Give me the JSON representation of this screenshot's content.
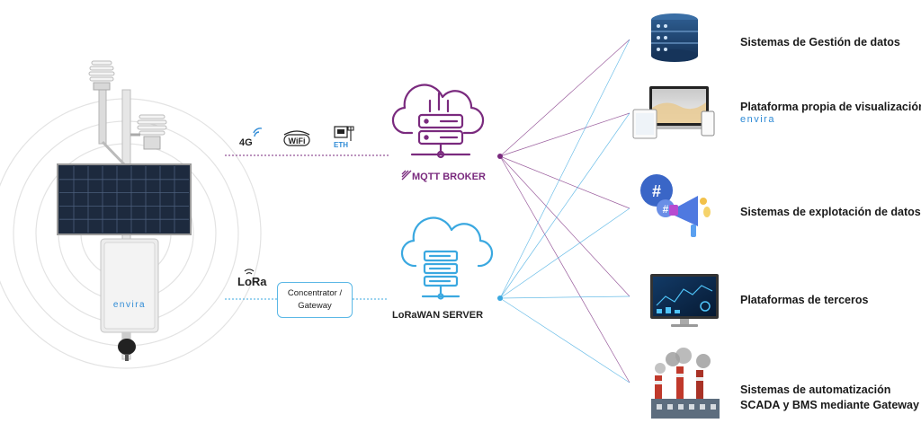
{
  "colors": {
    "mqtt": "#7a2a7e",
    "lorawan": "#3aa8e0",
    "ink": "#1a1a1a",
    "envira": "#2f8bd6"
  },
  "device": {
    "brand": "envira"
  },
  "connectivity": {
    "cellular": "4G",
    "wifi": "WiFi",
    "ethernet": "ETH",
    "lora": "LoRa"
  },
  "gateway": {
    "line1": "Concentrator /",
    "line2": "Gateway"
  },
  "mqtt_broker": {
    "label": "MQTT  BROKER",
    "icon": "cloud-server-icon"
  },
  "lorawan_server": {
    "brand": "LoRaWAN",
    "label": "SERVER",
    "icon": "cloud-server-icon"
  },
  "destinations": [
    {
      "label": "Sistemas de Gestión de datos",
      "icon": "database-icon"
    },
    {
      "label": "Plataforma propia de visualización",
      "sub": "envira",
      "icon": "devices-icon"
    },
    {
      "label": "Sistemas de explotación de datos",
      "icon": "megaphone-hashtag-icon"
    },
    {
      "label": "Plataformas de terceros",
      "icon": "monitor-dashboard-icon"
    },
    {
      "label_lines": [
        "Sistemas de automatización",
        "SCADA y BMS mediante Gateway"
      ],
      "icon": "factory-icon"
    }
  ]
}
